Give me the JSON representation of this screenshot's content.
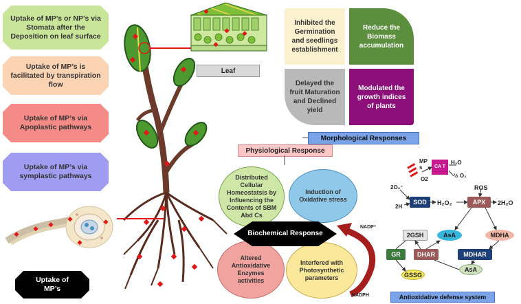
{
  "pathways": [
    {
      "label": "Uptake of MP’s or NP’s via Stomata after the Deposition on leaf surface",
      "color": "#c9e59a"
    },
    {
      "label": "Uptake of MP’s is facilitated by transpiration flow",
      "color": "#fcd3b3"
    },
    {
      "label": "Uptake of MP’s via Apoplastic pathways",
      "color": "#f58b86"
    },
    {
      "label": "Uptake of MP’s via symplastic pathways",
      "color": "#9f9cf1"
    },
    {
      "label": "Uptake of MP’s",
      "color": "#000000"
    }
  ],
  "leaf_label": "Leaf",
  "morphological": {
    "title": "Morphological Responses",
    "quadrants": [
      {
        "label": "Inhibited the Germination and seedlings establishment",
        "color": "#fcf1cf"
      },
      {
        "label": "Reduce the Biomass accumulation",
        "color": "#5c8f3d"
      },
      {
        "label": "Delayed the fruit Maturation and Declined yield",
        "color": "#b9b9b9"
      },
      {
        "label": "Modulated the growth indices of plants",
        "color": "#8d0f7a"
      }
    ]
  },
  "physiological": {
    "title": "Physiological Response"
  },
  "biochemical": {
    "center": "Biochemical Response",
    "circles": [
      {
        "label": "Distributed Cellular Homeostatsis by Influencing the Contents of SBM Abd Cs",
        "color": "#cfe7a6"
      },
      {
        "label": "Induction of Oxidative stress",
        "color": "#8fc8e8"
      },
      {
        "label": "Altered Antioxidative Enzymes activities",
        "color": "#f1a3a0"
      },
      {
        "label": "Interfered with Photosynthetic parameters",
        "color": "#fbe89a"
      }
    ],
    "nadp": "NADP⁺",
    "nadph": "NADPH"
  },
  "antioxidant": {
    "title": "Antioxidative defense system",
    "mps": "MP s",
    "cat": "CA T",
    "o2": "O2",
    "h2o": "H₂O",
    "half_o2": "½ O₂",
    "o2_radical": "2O₂⁻",
    "two_h": "2H",
    "sod": "SOD",
    "h2o2": "H₂O₂",
    "apx": "APX",
    "two_h2o": "2H₂O",
    "ros": "ROS",
    "asa_top": "AsA",
    "mdha": "MDHA",
    "mdhar": "MDHAR",
    "asa_bottom": "AsA",
    "dhar": "DHAR",
    "gr": "GR",
    "two_gsh": "2GSH",
    "gssg": "GSSG"
  }
}
